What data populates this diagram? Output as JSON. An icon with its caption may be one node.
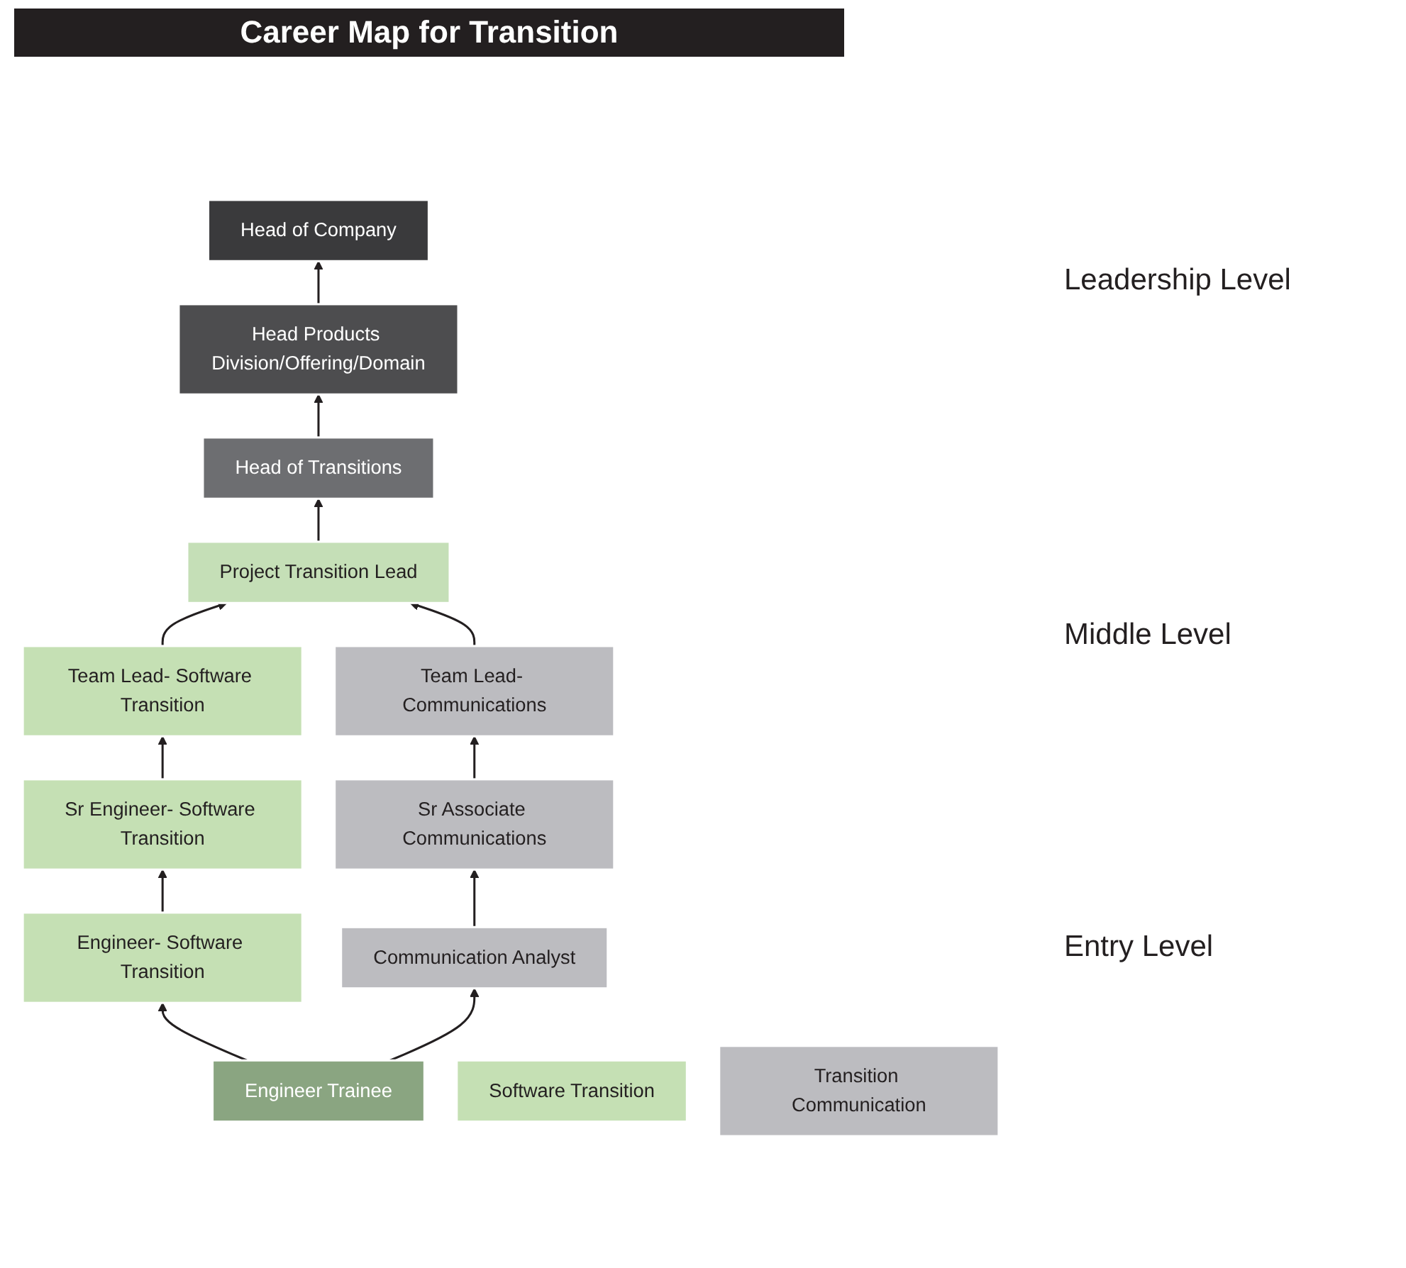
{
  "diagram": {
    "title": "Career Map for Transition",
    "nodes": [
      {
        "text": [
          "Head of Company"
        ]
      },
      {
        "text": [
          "Head Products Division/Offering/Domain"
        ]
      },
      {
        "text": [
          "Head of Transitions"
        ]
      },
      {
        "text": [
          "Project Transition Lead"
        ]
      },
      {
        "text": [
          "Team Lead- Software Transition"
        ]
      },
      {
        "text": [
          "Team Lead- Communications"
        ]
      },
      {
        "text": [
          "Sr Engineer- Software Transition"
        ]
      },
      {
        "text": [
          "Sr Associate Communications"
        ]
      },
      {
        "text": [
          "Engineer- Software Transition"
        ]
      },
      {
        "text": [
          "Communication Analyst"
        ]
      },
      {
        "text": [
          "Engineer Trainee"
        ]
      },
      {
        "text": [
          "Software Transition"
        ]
      },
      {
        "text": [
          "Transition Communication"
        ]
      }
    ],
    "edges": [
      {
        "from": 1,
        "to": 0,
        "arrow": "to"
      },
      {
        "from": 2,
        "to": 1,
        "arrow": "to"
      },
      {
        "from": 3,
        "to": 2,
        "arrow": "to"
      },
      {
        "from": 4,
        "to": 3,
        "arrow": "to"
      },
      {
        "from": 5,
        "to": 3,
        "arrow": "to"
      },
      {
        "from": 6,
        "to": 4,
        "arrow": "to"
      },
      {
        "from": 7,
        "to": 5,
        "arrow": "to"
      },
      {
        "from": 8,
        "to": 6,
        "arrow": "to"
      },
      {
        "from": 9,
        "to": 7,
        "arrow": "to"
      },
      {
        "from": 10,
        "to": 8,
        "arrow": "to"
      },
      {
        "from": 10,
        "to": 9,
        "arrow": "to"
      }
    ],
    "labels": [
      "Leadership Level",
      "Middle Level",
      "Entry Level"
    ]
  }
}
